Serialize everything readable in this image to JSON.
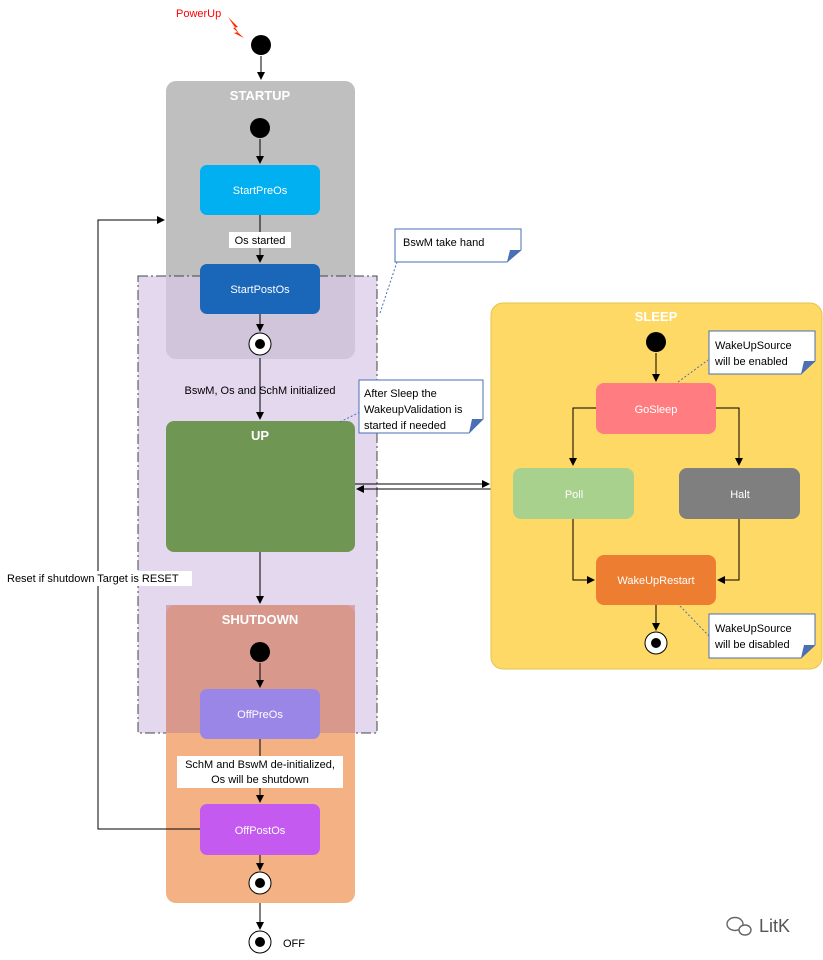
{
  "diagram": {
    "powerup_label": "PowerUp",
    "off_label": "OFF",
    "startup": {
      "title": "STARTUP",
      "start_pre_os": "StartPreOs",
      "start_post_os": "StartPostOs",
      "os_started": "Os started"
    },
    "init_label": "BswM, Os and SchM initialized",
    "up": {
      "title": "UP"
    },
    "shutdown": {
      "title": "SHUTDOWN",
      "off_pre_os": "OffPreOs",
      "off_post_os": "OffPostOs",
      "deinit_line1": "SchM and BswM de-initialized,",
      "deinit_line2": "Os will be shutdown"
    },
    "reset_label": "Reset if shutdown Target is RESET",
    "notes": {
      "bswm_take_hand": "BswM take hand",
      "after_sleep_1": "After Sleep the",
      "after_sleep_2": "WakeupValidation is",
      "after_sleep_3": "started if needed",
      "wakeup_enabled_1": "WakeUpSource",
      "wakeup_enabled_2": "will be enabled",
      "wakeup_disabled_1": "WakeUpSource",
      "wakeup_disabled_2": "will be disabled"
    },
    "sleep": {
      "title": "SLEEP",
      "go_sleep": "GoSleep",
      "poll": "Poll",
      "halt": "Halt",
      "wakeup_restart": "WakeUpRestart"
    },
    "watermark": "LitK",
    "colors": {
      "startup_bg": "#bfbfbf",
      "up_bg": "#6f9753",
      "shutdown_bg": "#f4b183",
      "sleep_bg": "#ffd966",
      "bswm_region": "#d9c8e8",
      "start_pre_os": "#00b0f0",
      "start_post_os": "#1a66b8",
      "off_pre_os": "#9a86e6",
      "off_post_os": "#c55af0",
      "go_sleep": "#ff7c80",
      "poll": "#a9d18e",
      "halt": "#7f7f7f",
      "wakeup_restart": "#ed7d31",
      "powerup_text": "#ff0000"
    }
  }
}
